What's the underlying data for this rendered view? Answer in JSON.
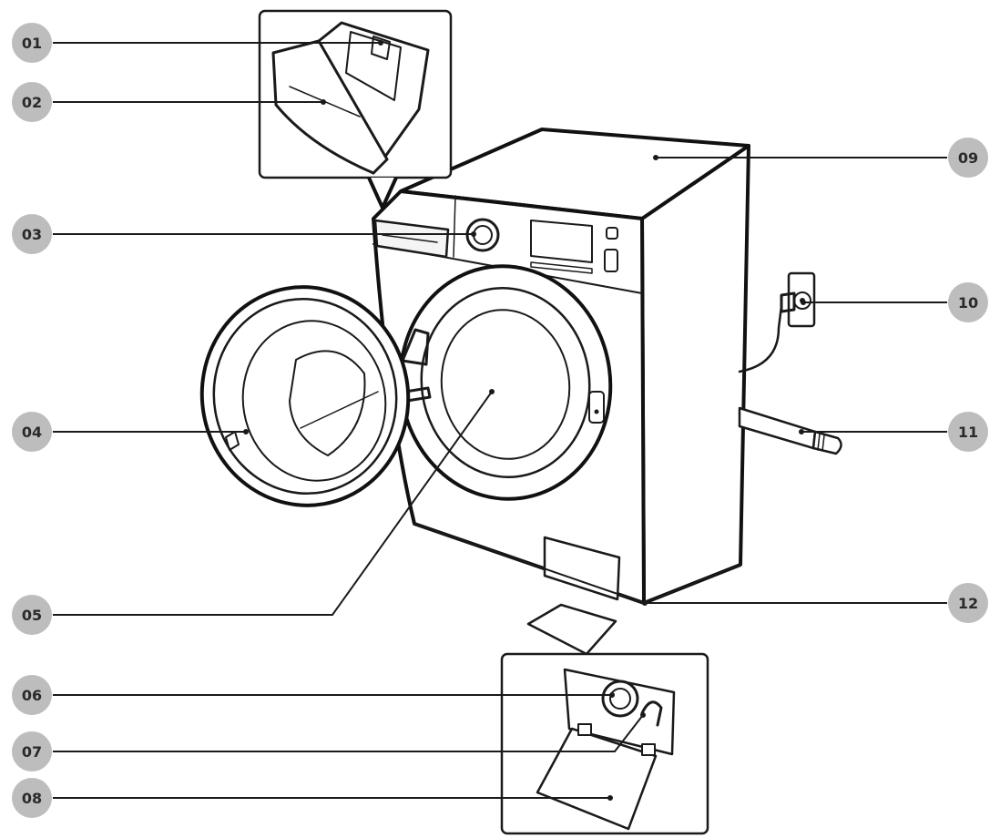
{
  "callouts": [
    {
      "id": "01"
    },
    {
      "id": "02"
    },
    {
      "id": "03"
    },
    {
      "id": "04"
    },
    {
      "id": "05"
    },
    {
      "id": "06"
    },
    {
      "id": "07"
    },
    {
      "id": "08"
    },
    {
      "id": "09"
    },
    {
      "id": "10"
    },
    {
      "id": "11"
    },
    {
      "id": "12"
    }
  ],
  "colors": {
    "badge": "#bdbdbd",
    "ink": "#1a1a1a",
    "background": "#ffffff"
  }
}
